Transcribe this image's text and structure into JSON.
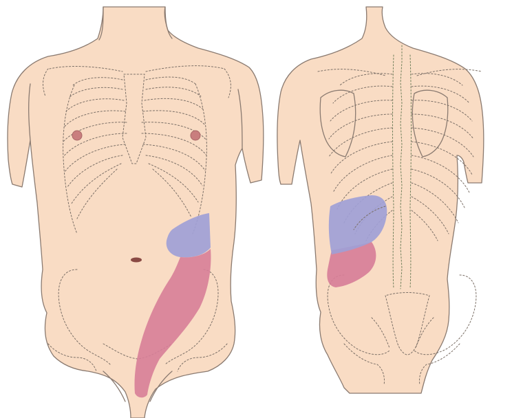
{
  "colors": {
    "background": "#ffffff",
    "skin": "#f9dcc4",
    "skin_shadow": "#f1c9ab",
    "outline": "#8a7a70",
    "nipple": "#c97e7e",
    "pain_blue": "#9f9fd6",
    "pain_pink": "#d77e98"
  },
  "figures": [
    {
      "view": "anterior",
      "regions": [
        "left-flank-blue",
        "left-groin-pink"
      ]
    },
    {
      "view": "posterior",
      "regions": [
        "left-loin-blue",
        "left-lower-loin-pink"
      ]
    }
  ]
}
